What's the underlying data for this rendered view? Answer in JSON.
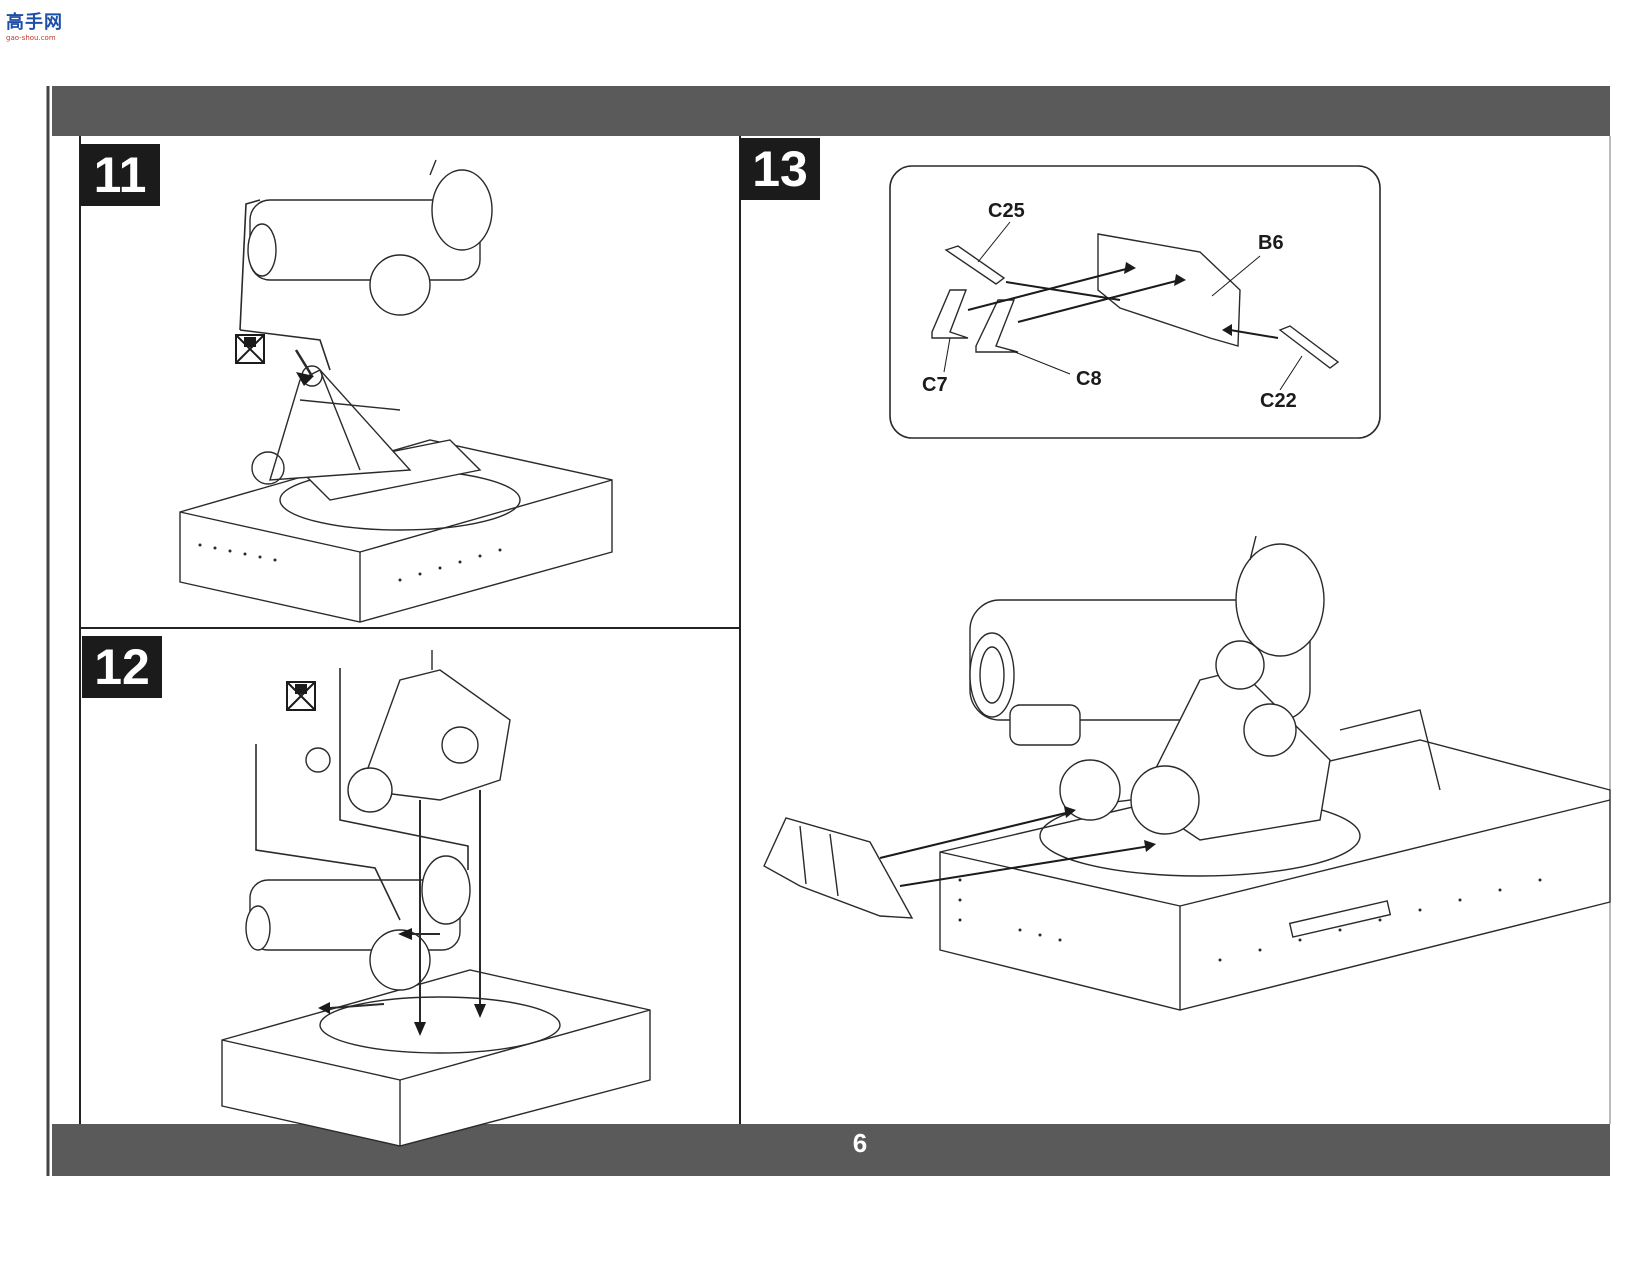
{
  "watermark": {
    "logo_text": "高手网",
    "logo_url_text": "gao-shou.com"
  },
  "page": {
    "number": "6"
  },
  "steps": [
    {
      "number": "11"
    },
    {
      "number": "12"
    },
    {
      "number": "13"
    }
  ],
  "step13_parts": {
    "c25": "C25",
    "b6": "B6",
    "c7": "C7",
    "c8": "C8",
    "c22": "C22"
  },
  "icons": [
    "no-glue-icon"
  ],
  "colors": {
    "band": "#5a5a5a",
    "step_box": "#1b1b1b",
    "line": "#2a2a2a"
  }
}
